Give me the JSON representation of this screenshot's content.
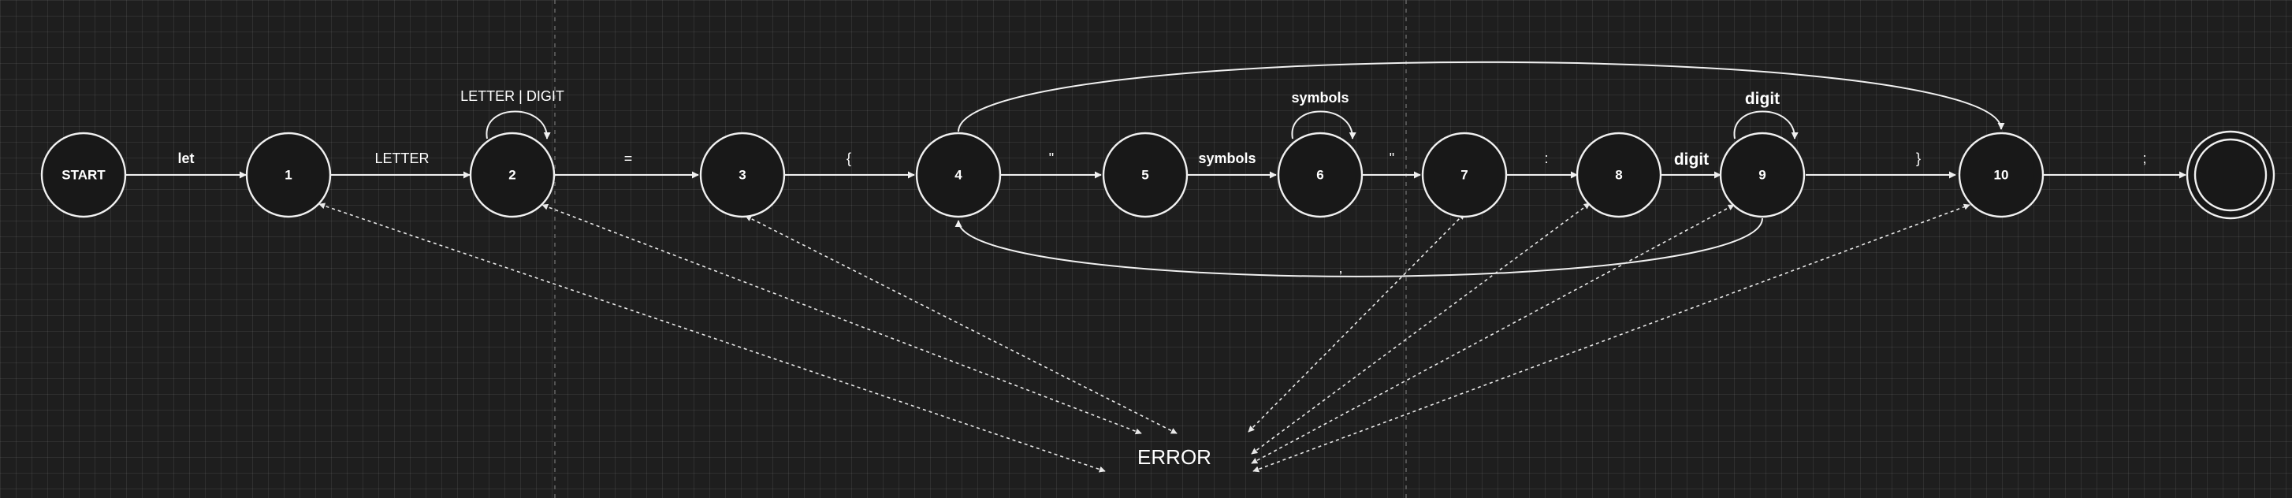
{
  "diagram": {
    "type": "finite-state-automaton",
    "states": [
      {
        "id": "start",
        "label": "START"
      },
      {
        "id": "s1",
        "label": "1"
      },
      {
        "id": "s2",
        "label": "2"
      },
      {
        "id": "s3",
        "label": "3"
      },
      {
        "id": "s4",
        "label": "4"
      },
      {
        "id": "s5",
        "label": "5"
      },
      {
        "id": "s6",
        "label": "6"
      },
      {
        "id": "s7",
        "label": "7"
      },
      {
        "id": "s8",
        "label": "8"
      },
      {
        "id": "s9",
        "label": "9"
      },
      {
        "id": "s10",
        "label": "10"
      },
      {
        "id": "accept",
        "label": ""
      }
    ],
    "transitions": [
      {
        "from": "start",
        "to": "s1",
        "label": "let"
      },
      {
        "from": "s1",
        "to": "s2",
        "label": "LETTER"
      },
      {
        "from": "s2",
        "to": "s2",
        "label": "LETTER | DIGIT"
      },
      {
        "from": "s2",
        "to": "s3",
        "label": "="
      },
      {
        "from": "s3",
        "to": "s4",
        "label": "{"
      },
      {
        "from": "s4",
        "to": "s5",
        "label": "\""
      },
      {
        "from": "s5",
        "to": "s6",
        "label": "symbols"
      },
      {
        "from": "s6",
        "to": "s6",
        "label": "symbols"
      },
      {
        "from": "s6",
        "to": "s7",
        "label": "\""
      },
      {
        "from": "s7",
        "to": "s8",
        "label": ":"
      },
      {
        "from": "s8",
        "to": "s9",
        "label": "digit"
      },
      {
        "from": "s9",
        "to": "s9",
        "label": "digit"
      },
      {
        "from": "s9",
        "to": "s10",
        "label": "}"
      },
      {
        "from": "s9",
        "to": "s4",
        "label": ","
      },
      {
        "from": "s4",
        "to": "s10",
        "label": ""
      },
      {
        "from": "s10",
        "to": "accept",
        "label": ";"
      }
    ],
    "error_state": {
      "label": "ERROR"
    },
    "error_sources": [
      "s1",
      "s2",
      "s3",
      "s7",
      "s8",
      "s9",
      "s10"
    ]
  },
  "colors": {
    "background": "#1e1e1e",
    "stroke": "#f0f0f0",
    "text": "#ffffff"
  }
}
